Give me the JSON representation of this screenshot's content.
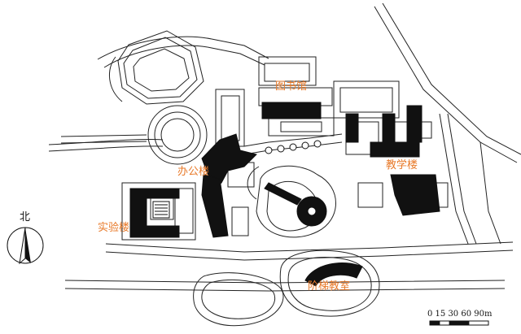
{
  "map": {
    "building_label_color": "#e87a2a",
    "line_color": "#222222",
    "fill_dark": "#111111",
    "labels": {
      "library": "图书馆",
      "office": "办公楼",
      "teaching": "教学楼",
      "laboratory": "实验楼",
      "lecture_hall": "阶梯教室"
    },
    "north_label": "北",
    "north_icon": "north-arrow-icon",
    "scale_bar": {
      "text": "0 15 30 60 90m"
    }
  }
}
